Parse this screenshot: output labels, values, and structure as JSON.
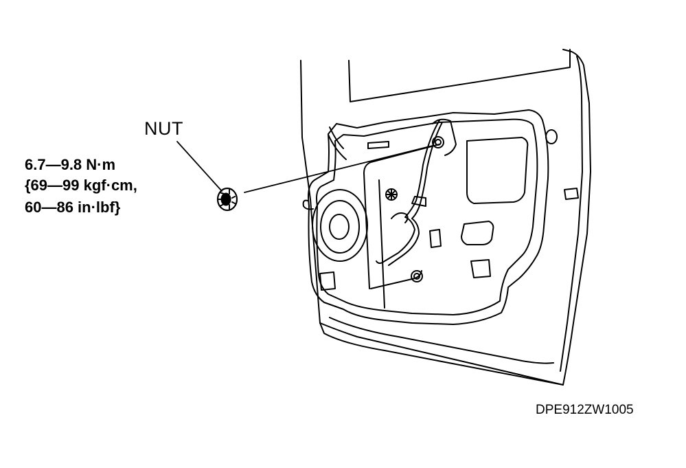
{
  "labels": {
    "part": "NUT",
    "torque_line1": "6.7—9.8 N·m",
    "torque_line2": "{69—99 kgf·cm,",
    "torque_line3": "60—86 in·lbf}",
    "figure_code": "DPE912ZW1005"
  },
  "colors": {
    "line": "#000000",
    "background": "#ffffff"
  }
}
